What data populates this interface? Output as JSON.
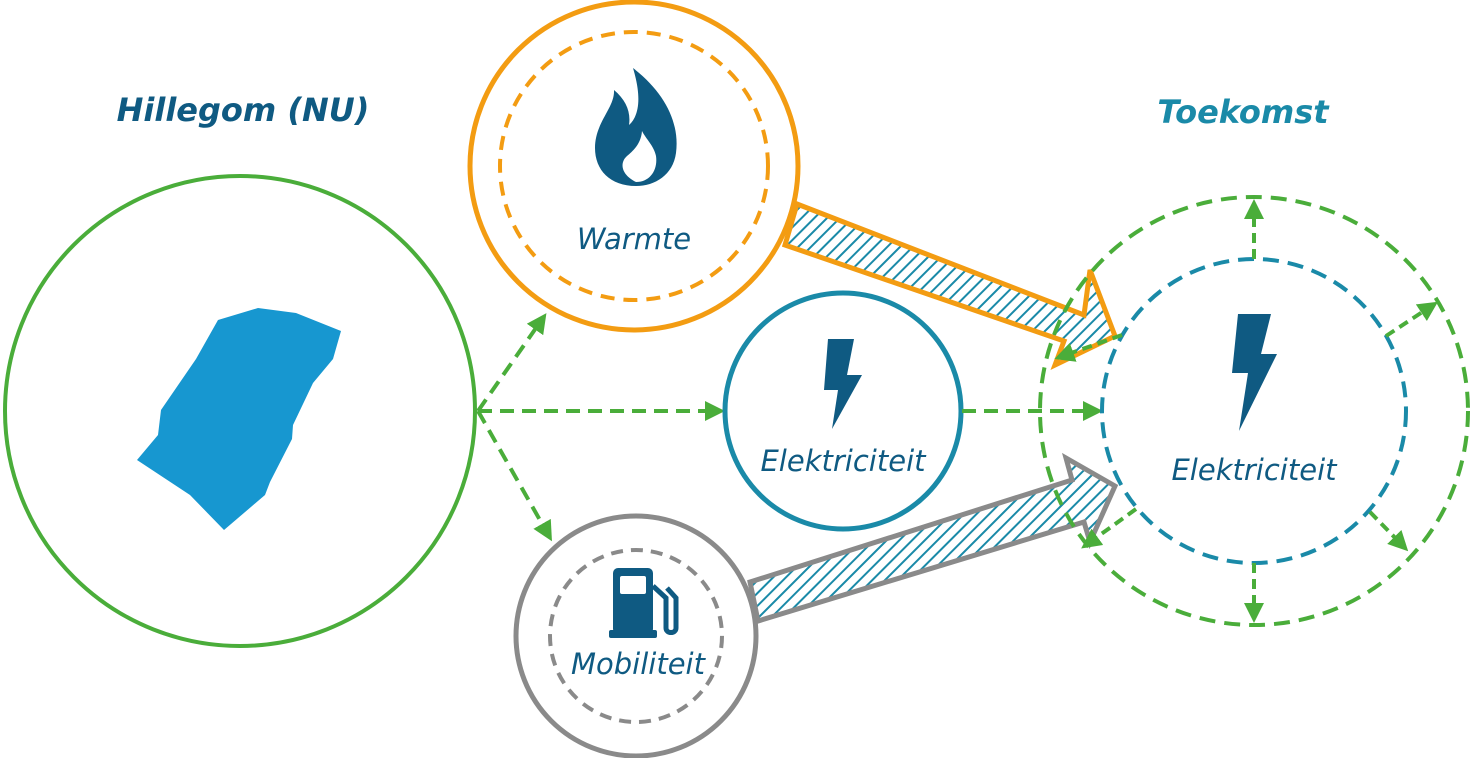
{
  "titles": {
    "now": "Hillegom (NU)",
    "future": "Toekomst"
  },
  "nodes": {
    "heat": {
      "label": "Warmte",
      "icon": "flame-icon"
    },
    "electricity_now": {
      "label": "Elektriciteit",
      "icon": "lightning-bolt-icon"
    },
    "mobility": {
      "label": "Mobiliteit",
      "icon": "fuel-pump-icon"
    },
    "electricity_future": {
      "label": "Elektriciteit",
      "icon": "lightning-bolt-icon"
    },
    "municipality": {
      "icon": "municipality-map-icon"
    }
  },
  "colors": {
    "green": "#4aad3a",
    "orange": "#f39c12",
    "teal": "#1a8aa8",
    "dark_blue": "#0f5a82",
    "light_blue": "#1797d0",
    "grey": "#8a8a8a"
  }
}
